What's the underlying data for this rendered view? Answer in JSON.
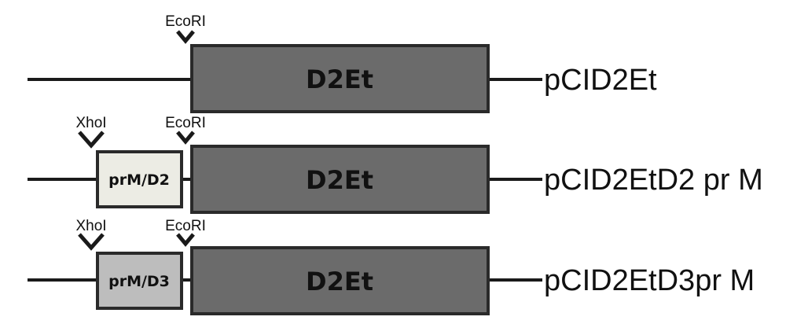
{
  "colors": {
    "backbone": "#1a1a1a",
    "d2et_fill": "#6b6b6b",
    "prm_d2_fill": "#ecece4",
    "prm_d3_fill": "#bdbdbd",
    "outline": "#2a2a2a"
  },
  "constructs": [
    {
      "name": "pCID2Et",
      "sites": [
        "EcoRI"
      ],
      "blocks": [
        {
          "label": "D2Et",
          "kind": "d2et"
        }
      ]
    },
    {
      "name": "pCID2EtD2 pr M",
      "sites": [
        "XhoI",
        "EcoRI"
      ],
      "blocks": [
        {
          "label": "prM/D2",
          "kind": "prm_d2"
        },
        {
          "label": "D2Et",
          "kind": "d2et"
        }
      ]
    },
    {
      "name": "pCID2EtD3pr M",
      "sites": [
        "XhoI",
        "EcoRI"
      ],
      "blocks": [
        {
          "label": "prM/D3",
          "kind": "prm_d3"
        },
        {
          "label": "D2Et",
          "kind": "d2et"
        }
      ]
    }
  ]
}
